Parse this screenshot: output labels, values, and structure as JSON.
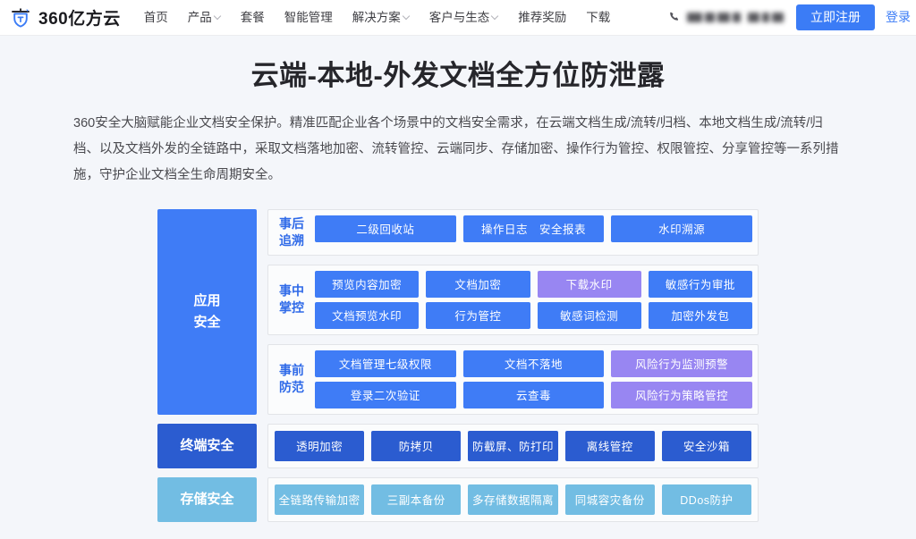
{
  "nav": {
    "logo_icon": "360-shield-logo-icon",
    "brand": "360亿方云",
    "links": [
      {
        "label": "首页",
        "has_dropdown": false
      },
      {
        "label": "产品",
        "has_dropdown": true
      },
      {
        "label": "套餐",
        "has_dropdown": false
      },
      {
        "label": "智能管理",
        "has_dropdown": false
      },
      {
        "label": "解决方案",
        "has_dropdown": true
      },
      {
        "label": "客户与生态",
        "has_dropdown": true
      },
      {
        "label": "推荐奖励",
        "has_dropdown": false
      },
      {
        "label": "下载",
        "has_dropdown": false
      }
    ],
    "phone_icon": "phone-icon",
    "phone_number": "",
    "register_label": "立即注册",
    "login_label": "登录"
  },
  "hero": {
    "title": "云端-本地-外发文档全方位防泄露",
    "description": "360安全大脑赋能企业文档安全保护。精准匹配企业各个场景中的文档安全需求，在云端文档生成/流转/归档、本地文档生成/流转/归档、以及文档外发的全链路中，采取文档落地加密、流转管控、云端同步、存储加密、操作行为管控、权限管控、分享管控等一系列措施，守护企业文档全生命周期安全。"
  },
  "colors": {
    "blue": "#3f7cf6",
    "purple": "#9886f2",
    "dark_blue": "#2b5cd0",
    "light_blue": "#72bde3",
    "page_bg": "#f4f6fa",
    "accent": "#3b7cf6"
  },
  "diagram": {
    "tiers": [
      {
        "label": "应用\n安全",
        "label_line1": "应用",
        "label_line2": "安全",
        "tone": "blue",
        "groups": [
          {
            "label_line1": "事后",
            "label_line2": "追溯",
            "rows": [
              [
                {
                  "text": "二级回收站",
                  "tone": "blue"
                },
                {
                  "text": "操作日志　安全报表",
                  "tone": "blue"
                },
                {
                  "text": "水印溯源",
                  "tone": "blue"
                }
              ]
            ]
          },
          {
            "label_line1": "事中",
            "label_line2": "掌控",
            "rows": [
              [
                {
                  "text": "预览内容加密",
                  "tone": "blue"
                },
                {
                  "text": "文档加密",
                  "tone": "blue"
                },
                {
                  "text": "下载水印",
                  "tone": "purple"
                },
                {
                  "text": "敏感行为审批",
                  "tone": "blue"
                }
              ],
              [
                {
                  "text": "文档预览水印",
                  "tone": "blue"
                },
                {
                  "text": "行为管控",
                  "tone": "blue"
                },
                {
                  "text": "敏感词检测",
                  "tone": "blue"
                },
                {
                  "text": "加密外发包",
                  "tone": "blue"
                }
              ]
            ]
          },
          {
            "label_line1": "事前",
            "label_line2": "防范",
            "rows": [
              [
                {
                  "text": "文档管理七级权限",
                  "tone": "blue"
                },
                {
                  "text": "文档不落地",
                  "tone": "blue"
                },
                {
                  "text": "风险行为监测预警",
                  "tone": "purple"
                }
              ],
              [
                {
                  "text": "登录二次验证",
                  "tone": "blue"
                },
                {
                  "text": "云查毒",
                  "tone": "blue"
                },
                {
                  "text": "风险行为策略管控",
                  "tone": "purple"
                }
              ]
            ]
          }
        ]
      },
      {
        "label_line1": "终端安全",
        "label_line2": "",
        "tone": "dark",
        "groups": [
          {
            "label_line1": "",
            "label_line2": "",
            "rows": [
              [
                {
                  "text": "透明加密",
                  "tone": "dark"
                },
                {
                  "text": "防拷贝",
                  "tone": "dark"
                },
                {
                  "text": "防截屏、防打印",
                  "tone": "dark"
                },
                {
                  "text": "离线管控",
                  "tone": "dark"
                },
                {
                  "text": "安全沙箱",
                  "tone": "dark"
                }
              ]
            ]
          }
        ]
      },
      {
        "label_line1": "存储安全",
        "label_line2": "",
        "tone": "light",
        "groups": [
          {
            "label_line1": "",
            "label_line2": "",
            "rows": [
              [
                {
                  "text": "全链路传输加密",
                  "tone": "light"
                },
                {
                  "text": "三副本备份",
                  "tone": "light"
                },
                {
                  "text": "多存储数据隔离",
                  "tone": "light"
                },
                {
                  "text": "同城容灾备份",
                  "tone": "light"
                },
                {
                  "text": "DDos防护",
                  "tone": "light"
                }
              ]
            ]
          }
        ]
      }
    ]
  }
}
